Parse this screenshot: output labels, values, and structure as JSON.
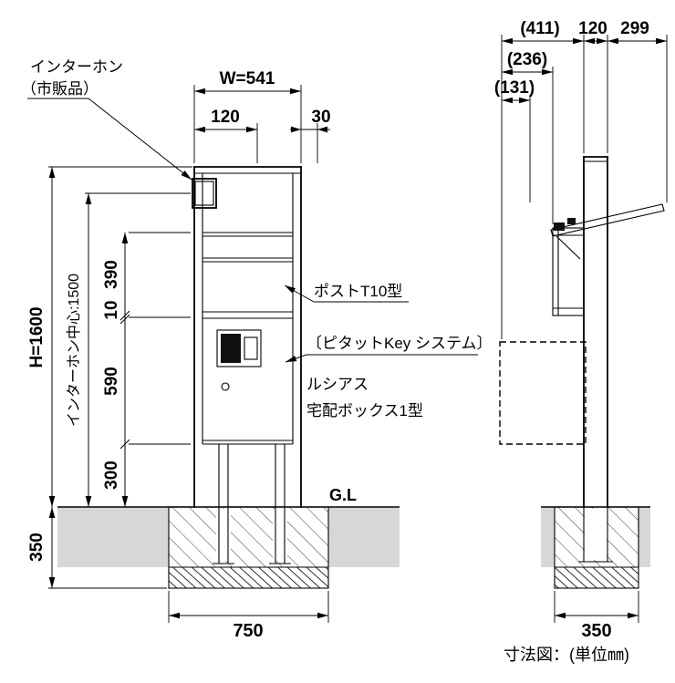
{
  "note": "寸法図：(単位㎜)",
  "colors": {
    "line": "#000000",
    "ground": "#d7d7d7",
    "hatch": "#3a3a3a"
  },
  "front": {
    "intercom_line1": "インターホン",
    "intercom_line2": "（市販品）",
    "width_total": "W=541",
    "width_120": "120",
    "width_30": "30",
    "height_total": "H=1600",
    "intercom_center": "インターホン中心:1500",
    "seg_390": "390",
    "seg_10": "10",
    "seg_590": "590",
    "seg_300": "300",
    "depth_350": "350",
    "post_label": "ポストT10型",
    "key_system_label": "〔ピタットKey システム〕",
    "brand": "ルシアス",
    "product": "宅配ボックス1型",
    "ground_line": "G.L",
    "footing_750": "750"
  },
  "side": {
    "dim_411": "(411)",
    "dim_120": "120",
    "dim_299": "299",
    "dim_236": "(236)",
    "dim_131": "(131)",
    "footing_350": "350"
  }
}
